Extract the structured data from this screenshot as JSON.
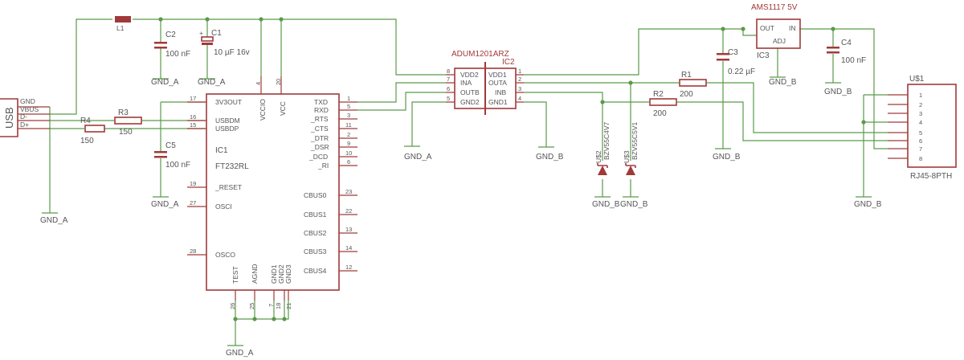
{
  "connector_usb": {
    "label": "USB",
    "pins": [
      "GND",
      "VBUS",
      "D-",
      "D+"
    ]
  },
  "ic1": {
    "name": "IC1",
    "value": "FT232RL",
    "left_pins": [
      {
        "num": "17",
        "name": "3V3OUT"
      },
      {
        "num": "16",
        "name": "USBDM"
      },
      {
        "num": "15",
        "name": "USBDP"
      },
      {
        "num": "19",
        "name": "_RESET"
      },
      {
        "num": "27",
        "name": "OSCI"
      },
      {
        "num": "28",
        "name": "OSCO"
      }
    ],
    "top_pins": [
      {
        "num": "4",
        "name": "VCCIO"
      },
      {
        "num": "20",
        "name": "VCC"
      }
    ],
    "right_pins": [
      {
        "num": "1",
        "name": "TXD"
      },
      {
        "num": "5",
        "name": "RXD"
      },
      {
        "num": "3",
        "name": "_RTS"
      },
      {
        "num": "11",
        "name": "_CTS"
      },
      {
        "num": "2",
        "name": "_DTR"
      },
      {
        "num": "9",
        "name": "_DSR"
      },
      {
        "num": "10",
        "name": "_DCD"
      },
      {
        "num": "6",
        "name": "_RI"
      },
      {
        "num": "23",
        "name": "CBUS0"
      },
      {
        "num": "22",
        "name": "CBUS1"
      },
      {
        "num": "13",
        "name": "CBUS2"
      },
      {
        "num": "14",
        "name": "CBUS3"
      },
      {
        "num": "12",
        "name": "CBUS4"
      }
    ],
    "bottom_pins": [
      {
        "num": "26",
        "name": "TEST"
      },
      {
        "num": "25",
        "name": "AGND"
      },
      {
        "num": "7",
        "name": "GND1"
      },
      {
        "num": "18",
        "name": "GND2"
      },
      {
        "num": "21",
        "name": "GND3"
      }
    ]
  },
  "ic2": {
    "name": "IC2",
    "value": "ADUM1201ARZ",
    "left_pins": [
      {
        "num": "8",
        "name": "VDD2"
      },
      {
        "num": "7",
        "name": "INA"
      },
      {
        "num": "6",
        "name": "OUTB"
      },
      {
        "num": "5",
        "name": "GND2"
      }
    ],
    "right_pins": [
      {
        "num": "1",
        "name": "VDD1"
      },
      {
        "num": "2",
        "name": "OUTA"
      },
      {
        "num": "3",
        "name": "INB"
      },
      {
        "num": "4",
        "name": "GND1"
      }
    ]
  },
  "ic3": {
    "name": "IC3",
    "value": "AMS1117 5V",
    "pins": [
      "OUT",
      "IN",
      "ADJ"
    ]
  },
  "rj45": {
    "name": "U$1",
    "value": "RJ45-8PTH",
    "pins": [
      "1",
      "2",
      "3",
      "4",
      "5",
      "6",
      "7",
      "8"
    ]
  },
  "passives": {
    "l1": {
      "name": "L1"
    },
    "c1": {
      "name": "C1",
      "value": "10 µF 16v",
      "polarity": "+"
    },
    "c2": {
      "name": "C2",
      "value": "100 nF"
    },
    "c3": {
      "name": "C3",
      "value": "0.22 µF"
    },
    "c4": {
      "name": "C4",
      "value": "100 nF"
    },
    "c5": {
      "name": "C5",
      "value": "100 nF"
    },
    "r1": {
      "name": "R1",
      "value": "200"
    },
    "r2": {
      "name": "R2",
      "value": "200"
    },
    "r3": {
      "name": "R3",
      "value": "150"
    },
    "r4": {
      "name": "R4",
      "value": "150"
    }
  },
  "diodes": {
    "u2": {
      "name": "U$2",
      "value": "BZV55C4V7"
    },
    "u3": {
      "name": "U$3",
      "value": "BZV55C5V1"
    }
  },
  "nets": {
    "gnd_a": "GND_A",
    "gnd_b": "GND_B"
  },
  "colors": {
    "wire": "#5a9a4a",
    "part": "#a03a3a",
    "text": "#555555",
    "background": "#ffffff"
  }
}
